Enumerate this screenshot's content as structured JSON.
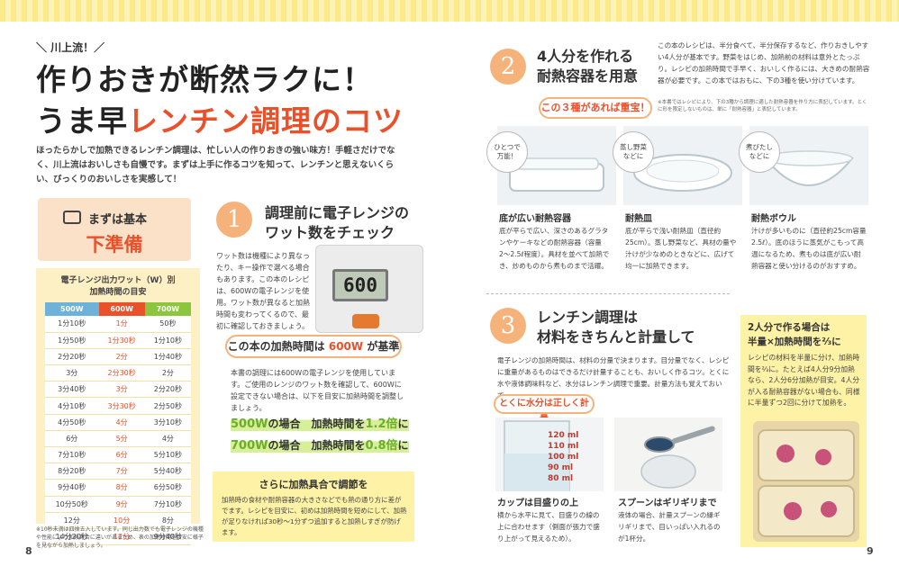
{
  "pages": {
    "left": "8",
    "right": "9"
  },
  "header": {
    "kicker": "＼ 川上流！／",
    "title_line1": "作りおきが断然ラクに！",
    "title_line2_prefix": "うま早",
    "title_line2_accent": "レンチン調理のコツ",
    "intro": "ほったらかしで加熱できるレンチン調理は、忙しい人の作りおきの強い味方！手軽さだけでなく、川上流はおいしさも自慢です。まずは上手に作るコツを知って、レンチンと思えないくらい、びっくりのおいしさを実感して！"
  },
  "prep": {
    "line1": "まずは基本",
    "line2": "下準備"
  },
  "watt_table": {
    "title": "電子レンジ出力ワット（W）別\n加熱時間の目安",
    "headers": [
      "500W",
      "600W",
      "700W"
    ],
    "rows": [
      [
        "1分10秒",
        "1分",
        "50秒"
      ],
      [
        "1分50秒",
        "1分30秒",
        "1分10秒"
      ],
      [
        "2分20秒",
        "2分",
        "1分40秒"
      ],
      [
        "3分",
        "2分30秒",
        "2分"
      ],
      [
        "3分40秒",
        "3分",
        "2分20秒"
      ],
      [
        "4分10秒",
        "3分30秒",
        "2分50秒"
      ],
      [
        "4分50秒",
        "4分",
        "3分10秒"
      ],
      [
        "6分",
        "5分",
        "4分"
      ],
      [
        "7分10秒",
        "6分",
        "5分10秒"
      ],
      [
        "8分20秒",
        "7分",
        "5分40秒"
      ],
      [
        "9分40秒",
        "8分",
        "6分50秒"
      ],
      [
        "10分50秒",
        "9分",
        "7分10秒"
      ],
      [
        "12分",
        "10分",
        "8分"
      ],
      [
        "14分20秒",
        "12分",
        "9分40秒"
      ]
    ],
    "note": "※10秒未満は四捨五入しています。同じ出力数でも電子レンジの機種や性能により加熱具合に違いがあるため、表の加熱時間を目安に様子を見ながら加熱しましょう。"
  },
  "section1": {
    "num": "1",
    "title_line1": "調理前に電子レンジの",
    "title_line2": "ワット数をチェック",
    "body": "ワット数は機種により異なったり、キー操作で選べる場合もあります。この本のレシピは、600Wの電子レンジを使用。ワット数が異なると加熱時間も変わってくるので、最初に確認しておきましょう。",
    "display": "600",
    "pill_prefix": "この本の加熱時間は",
    "pill_accent": "600W",
    "pill_suffix": "が基準",
    "body2": "本書の調理には600Wの電子レンジを使用しています。ご使用のレンジのワット数を確認して、600Wに設定できない場合は、以下を目安に加熱時間を調整しましょう。",
    "rule1_a": "500W",
    "rule1_b": "の場合　加熱時間を",
    "rule1_c": "1.2",
    "rule1_d": "倍",
    "rule1_e": "に",
    "rule2_a": "700W",
    "rule2_b": "の場合　加熱時間を",
    "rule2_c": "0.8",
    "rule2_d": "倍",
    "rule2_e": "に",
    "tip_title": "さらに加熱具合で調節を",
    "tip_body": "加熱時の食材や耐熱容器の大きさなどでも熱の通り方に差がでます。レシピを目安に、初めは加熱時間を短めにして、加熱が足りなければ30秒〜1分ずつ追加すると加熱しすぎが防げます。"
  },
  "section2": {
    "num": "2",
    "title_line1": "4人分を作れる",
    "title_line2": "耐熱容器を用意",
    "body": "この本のレシピは、半分食べて、半分保存するなど、作りおきしやすい4人分が基本です。野菜をはじめ、加熱前の材料は意外とたっぷり。レシピの加熱時間で手早く、おいしく作るには、大きめの耐熱容器が必要です。この本ではおもに、下の3種を使い分けています。",
    "note": "※本書ではレシピにより、下の3種から調理に適した耐熱容器を作り方に表記しています。とくに形を限定しないものは、単に「耐熱容器」と表記しています。",
    "pill": "この３種があれば重宝！",
    "items": [
      {
        "bubble": "ひとつで\n万能！",
        "label": "底が広い耐熱容器",
        "desc": "底が平らで広い、深さのあるグラタンやケーキなどの耐熱容器（容量2〜2.5ℓ程度）。具材を並べて加熱でき、炒めものから煮ものまで活躍。"
      },
      {
        "bubble": "蒸し野菜\nなどに",
        "label": "耐熱皿",
        "desc": "底が平らで浅い耐熱皿（直径約25cm）。蒸し野菜など、具材の量や汁けが少なめのときなどに、広げて均一に加熱できます。"
      },
      {
        "bubble": "煮びたし\nなどに",
        "label": "耐熱ボウル",
        "desc": "汁けが多いものに（直径約25cm容量2.5ℓ）。底のほうに蒸気がこもって高温になるため、煮ものは底が広い耐熱容器と使い分けるのがおすすめ。"
      }
    ]
  },
  "section3": {
    "num": "3",
    "title_line1": "レンチン調理は",
    "title_line2": "材料をきちんと計量して",
    "body": "電子レンジの加熱時間は、材料の分量で決まります。目分量でなく、レシピに重量があるものはできるだけ計量することも、おいしく作るコツ。とくに水や液体調味料など、水分はレンチン調理で重要。計量方法も覚えておいて。",
    "pill": "とくに水分は正しく計量",
    "cup_marks": [
      "120 ml",
      "110 ml",
      "100 ml",
      "90 ml",
      "80 ml"
    ],
    "cup_label": "カップは目盛りの上",
    "cup_desc": "横から水平に見て、目盛りの線の上に合わせます（側面が張力で盛り上がって見えるため）。",
    "spoon_label": "スプーンはギリギリまで",
    "spoon_desc": "液体の場合、計量スプーンの縁ギリギリまで、目いっぱい入れるのが1杯分。"
  },
  "half_box": {
    "title": "2人分で作る場合は\n半量×加熱時間を⅔に",
    "body": "レシピの材料を半量に分け、加熱時間を⅔に。たとえば4人分9分加熱なら、2人分6分加熱が目安。4人分が入る耐熱容器がない場合も、同様に半量ずつ2回に分けて加熱を。"
  },
  "colors": {
    "accent": "#e8512a",
    "yellow_box": "#fdf2a6",
    "orange_soft": "#f5b27a",
    "green": "#6aae2a",
    "blue": "#6cb2d9"
  }
}
